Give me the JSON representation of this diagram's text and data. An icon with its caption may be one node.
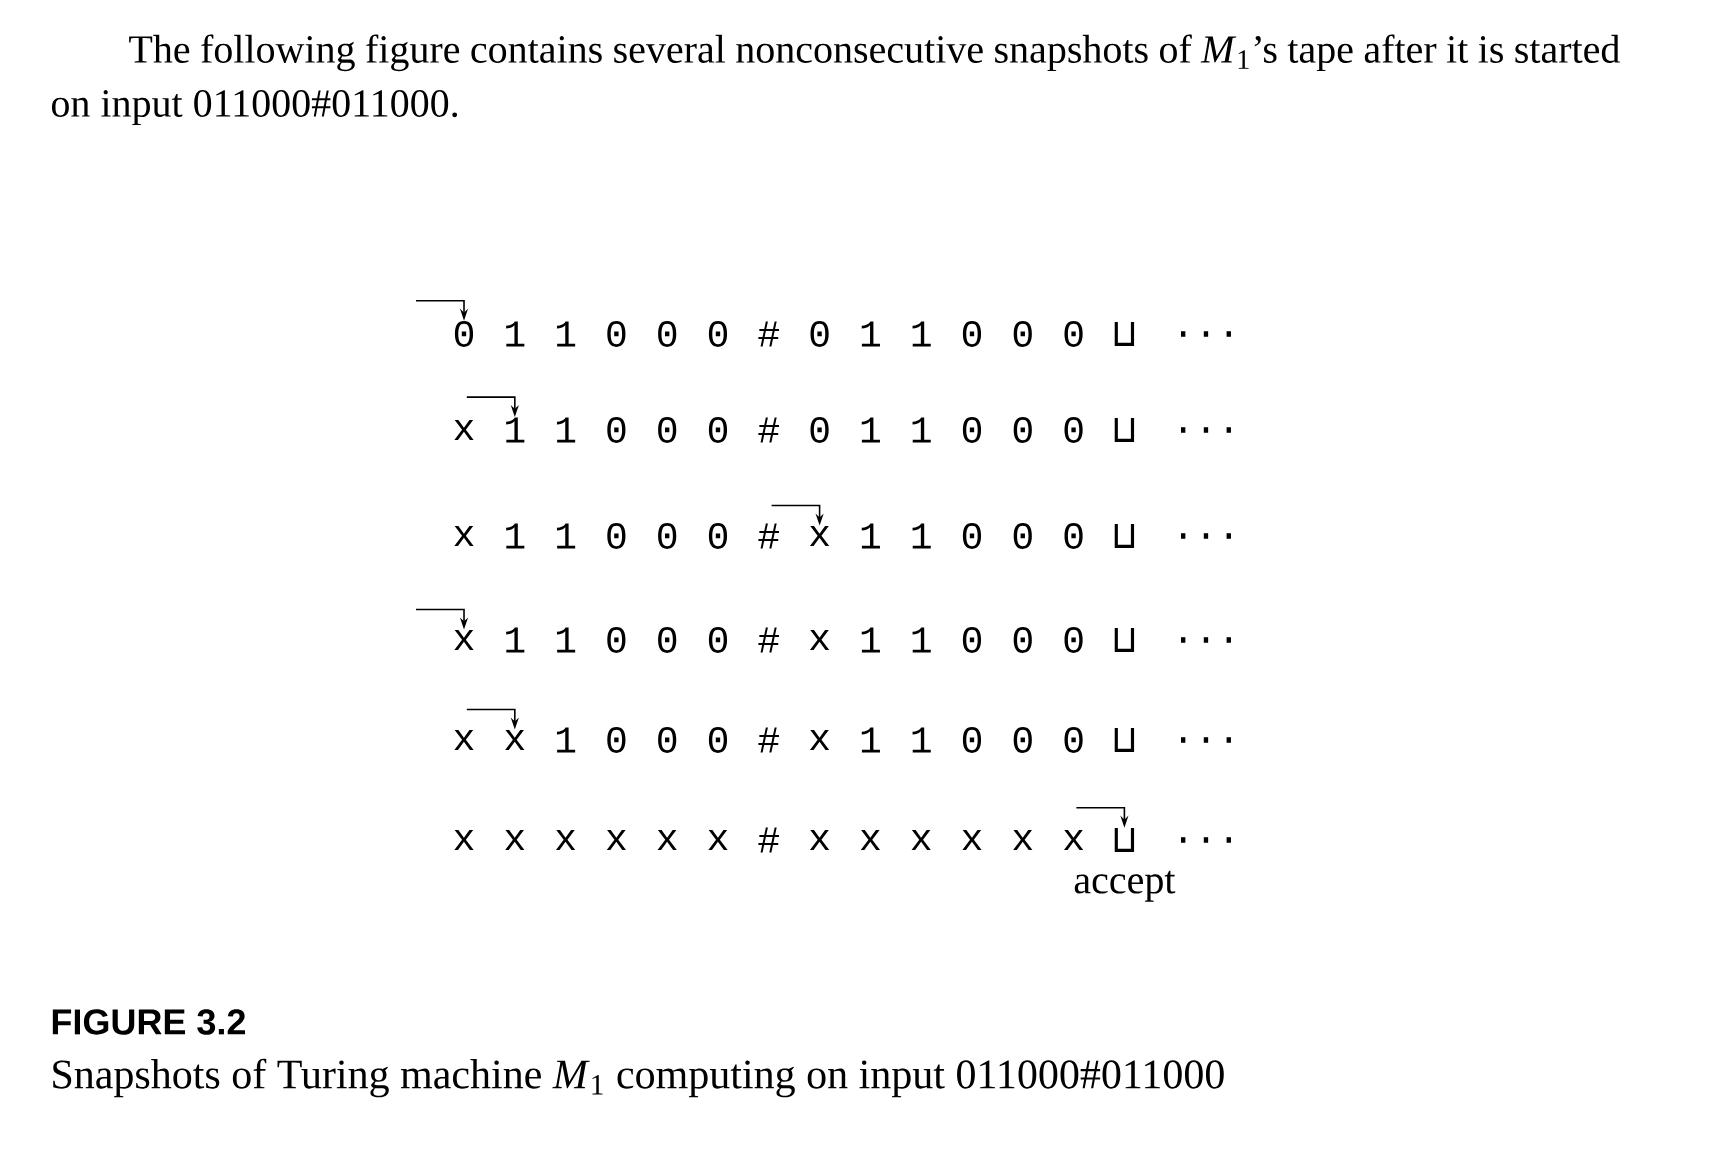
{
  "diagram": {
    "title": "FIGURE 3.2",
    "caption": "Snapshots of Turing machine *M*$_{1}$ computing on input 011000#011000",
    "nodes": [
      {
        "text": [
          "0"
        ]
      },
      {
        "text": [
          "1"
        ]
      },
      {
        "text": [
          "x"
        ]
      },
      {
        "text": [
          "x"
        ]
      },
      {
        "text": [
          "x"
        ]
      },
      {
        "text": [
          "⊔"
        ],
        "beside": [
          "accept"
        ]
      }
    ],
    "edges": [
      {
        "from": null,
        "to": 0,
        "arrow": "to"
      },
      {
        "from": null,
        "to": 1,
        "arrow": "to"
      },
      {
        "from": null,
        "to": 2,
        "arrow": "to"
      },
      {
        "from": null,
        "to": 3,
        "arrow": "to"
      },
      {
        "from": null,
        "to": 4,
        "arrow": "to"
      },
      {
        "from": null,
        "to": 5,
        "arrow": "to"
      }
    ],
    "labels": [
      "The following figure contains several nonconsecutive snapshots of *M*$_{1}$’s tape after it is started on input 011000#011000.",
      "1",
      "1",
      "0",
      "0",
      "0",
      "#",
      "0",
      "1",
      "1",
      "0",
      "0",
      "0",
      "⊔",
      "...",
      "x",
      "1",
      "0",
      "0",
      "0",
      "#",
      "0",
      "1",
      "1",
      "0",
      "0",
      "0",
      "⊔",
      "...",
      "x",
      "1",
      "1",
      "0",
      "0",
      "0",
      "#",
      "1",
      "1",
      "0",
      "0",
      "0",
      "⊔",
      "...",
      "1",
      "1",
      "0",
      "0",
      "0",
      "#",
      "x",
      "1",
      "1",
      "0",
      "0",
      "0",
      "⊔",
      "...",
      "x",
      "1",
      "0",
      "0",
      "0",
      "#",
      "x",
      "1",
      "1",
      "0",
      "0",
      "0",
      "⊔",
      "...",
      "x",
      "x",
      "x",
      "x",
      "x",
      "x",
      "#",
      "x",
      "x",
      "x",
      "x",
      "x",
      "x",
      "..."
    ]
  }
}
